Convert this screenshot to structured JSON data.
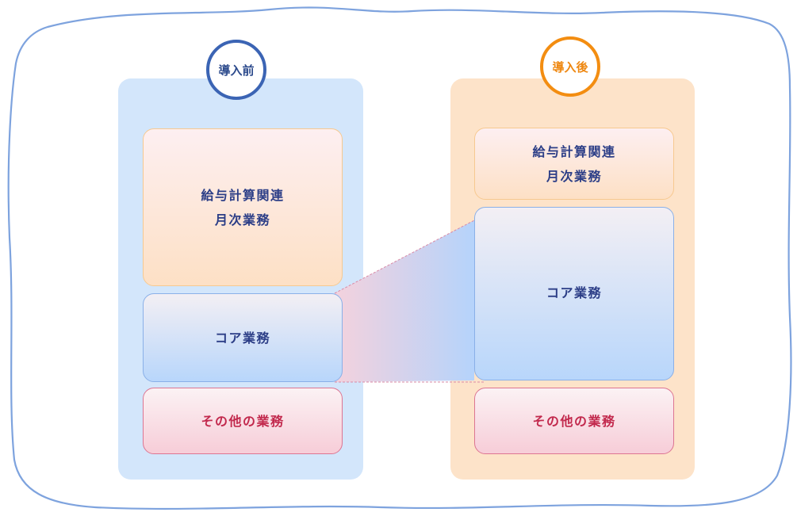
{
  "before": {
    "badge": "導入前",
    "payroll_line1": "給与計算関連",
    "payroll_line2": "月次業務",
    "core": "コア業務",
    "other": "その他の業務"
  },
  "after": {
    "badge": "導入後",
    "payroll_line1": "給与計算関連",
    "payroll_line2": "月次業務",
    "core": "コア業務",
    "other": "その他の業務"
  },
  "colors": {
    "frame": "#7ea3de",
    "before_panel": "#d3e6fb",
    "after_panel": "#fde3c9",
    "before_badge": "#3b64b4",
    "after_badge": "#f38d11",
    "text_navy": "#2c3e87",
    "text_red": "#c2294d"
  }
}
